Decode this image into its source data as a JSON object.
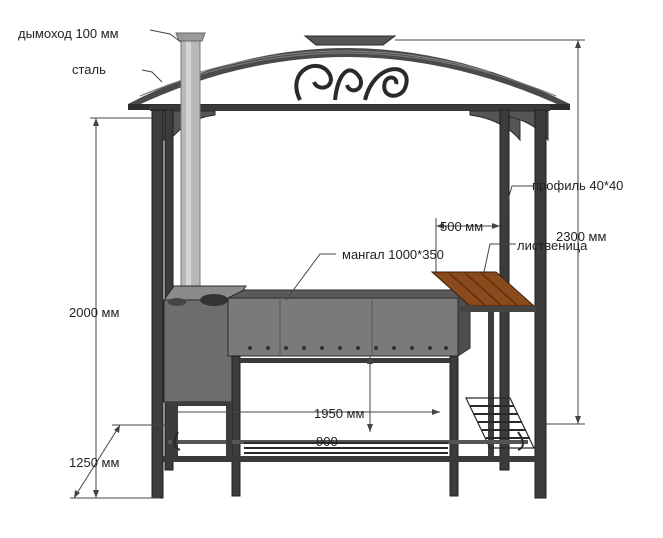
{
  "labels": {
    "chimney": "дымоход 100 мм",
    "steel": "сталь",
    "profile": "профиль 40*40",
    "width_500": "500 мм",
    "height_2300": "2300 мм",
    "larch": "лиственица",
    "grill": "мангал 1000*350",
    "height_2000": "2000 мм",
    "width_1950": "1950 мм",
    "partial_900": "900",
    "height_1250": "1250 мм"
  },
  "colors": {
    "metal_dark": "#3a3a3a",
    "metal_mid": "#6b6b6b",
    "metal_light": "#9a9a9a",
    "pipe": "#b8b8b8",
    "wood": "#8b4a1c",
    "dim_line": "#444444"
  }
}
